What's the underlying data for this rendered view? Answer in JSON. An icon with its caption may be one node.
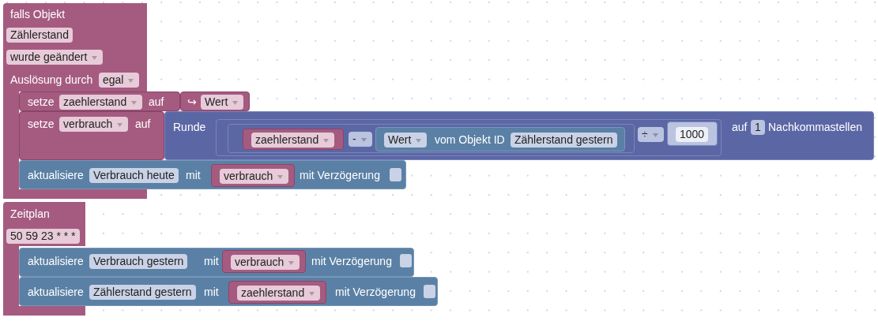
{
  "diagram": {
    "nodes": [
      {
        "text": [
          "falls Objekt",
          "Zählerstand",
          "wurde geändert",
          "Auslösung durch",
          "egal"
        ]
      },
      {
        "text": [
          "setze",
          "zaehlerstand",
          "auf"
        ]
      },
      {
        "text": [
          "↪",
          "Wert"
        ]
      },
      {
        "text": [
          "setze",
          "verbrauch",
          "auf"
        ]
      },
      {
        "text": [
          "Runde",
          "auf",
          "1",
          "Nachkommastellen"
        ]
      },
      {
        "text": [
          "÷"
        ],
        "in": 4
      },
      {
        "text": [
          "-"
        ],
        "in": 5
      },
      {
        "text": [
          "zaehlerstand"
        ],
        "in": 6
      },
      {
        "text": [
          "Wert",
          "vom Objekt ID",
          "Zählerstand gestern"
        ],
        "in": 6
      },
      {
        "text": [
          "1000"
        ],
        "in": 5
      },
      {
        "text": [
          "aktualisiere",
          "Verbrauch heute",
          "mit",
          "mit Verzögerung"
        ]
      },
      {
        "text": [
          "verbrauch"
        ],
        "in": 10
      },
      {
        "text": [
          "Zeitplan",
          "50 59 23 * * *"
        ]
      },
      {
        "text": [
          "aktualisiere",
          "Verbrauch gestern",
          "mit",
          "mit Verzögerung"
        ]
      },
      {
        "text": [
          "verbrauch"
        ],
        "in": 13
      },
      {
        "text": [
          "aktualisiere",
          "Zählerstand gestern",
          "mit",
          "mit Verzögerung"
        ]
      },
      {
        "text": [
          "zaehlerstand"
        ],
        "in": 15
      }
    ]
  }
}
